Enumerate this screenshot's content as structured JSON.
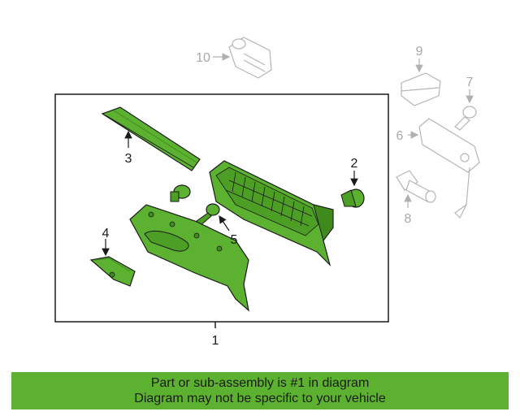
{
  "diagram": {
    "callouts": [
      "1",
      "2",
      "3",
      "4",
      "5",
      "6",
      "7",
      "8",
      "9",
      "10"
    ]
  },
  "banner": {
    "line1": "Part or sub-assembly is #1 in diagram",
    "line2": "Diagram may not be specific to your vehicle"
  },
  "colors": {
    "part_fill": "#5cb230",
    "banner_bg": "#5cb230",
    "outline": "#1a1a1a",
    "ghost": "#b5b5b5"
  }
}
